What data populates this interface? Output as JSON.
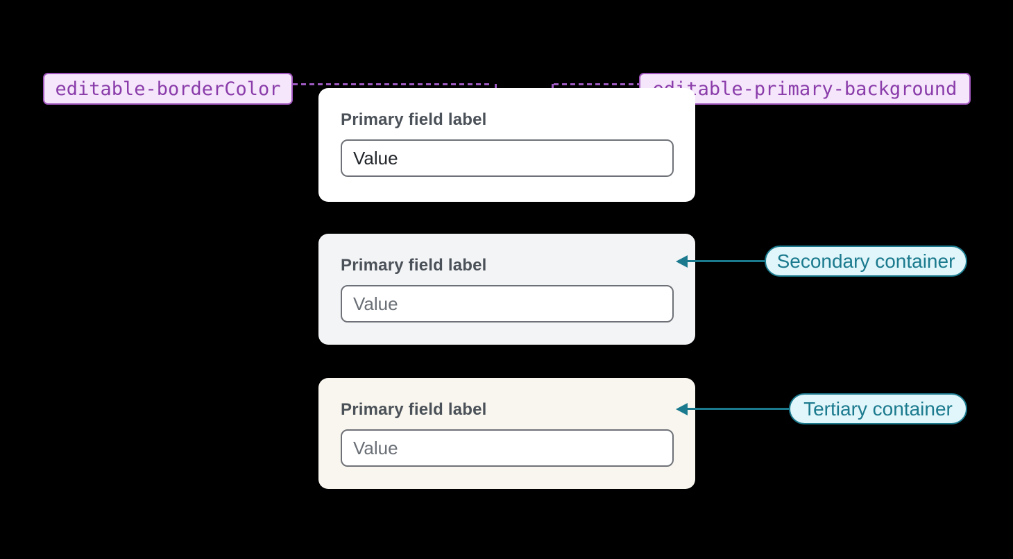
{
  "colors": {
    "page_bg": "#000000",
    "token_box_bg": "#f5e6fb",
    "token_box_border": "#a156be",
    "token_text": "#8a3caa",
    "token_connector": "#9d5bc1",
    "card_primary_bg": "#ffffff",
    "card_secondary_bg": "#f3f4f6",
    "card_tertiary_bg": "#f8f6ee",
    "field_label_text": "#4b5158",
    "input_border": "#6e7177",
    "input_bg": "#ffffff",
    "value_primary_text": "#22252a",
    "value_muted_text": "#6a6f76",
    "annotation_teal": "#1b7a8e",
    "annotation_pill_bg": "#e0f6fa"
  },
  "token_labels": {
    "border_color": "editable-borderColor",
    "primary_background": "editable-primary-background"
  },
  "cards": [
    {
      "name": "primary",
      "field_label": "Primary field label",
      "value": "Value"
    },
    {
      "name": "secondary",
      "field_label": "Primary field label",
      "value": "Value"
    },
    {
      "name": "tertiary",
      "field_label": "Primary field label",
      "value": "Value"
    }
  ],
  "annotations": [
    {
      "target": "secondary",
      "label": "Secondary container"
    },
    {
      "target": "tertiary",
      "label": "Tertiary container"
    }
  ]
}
